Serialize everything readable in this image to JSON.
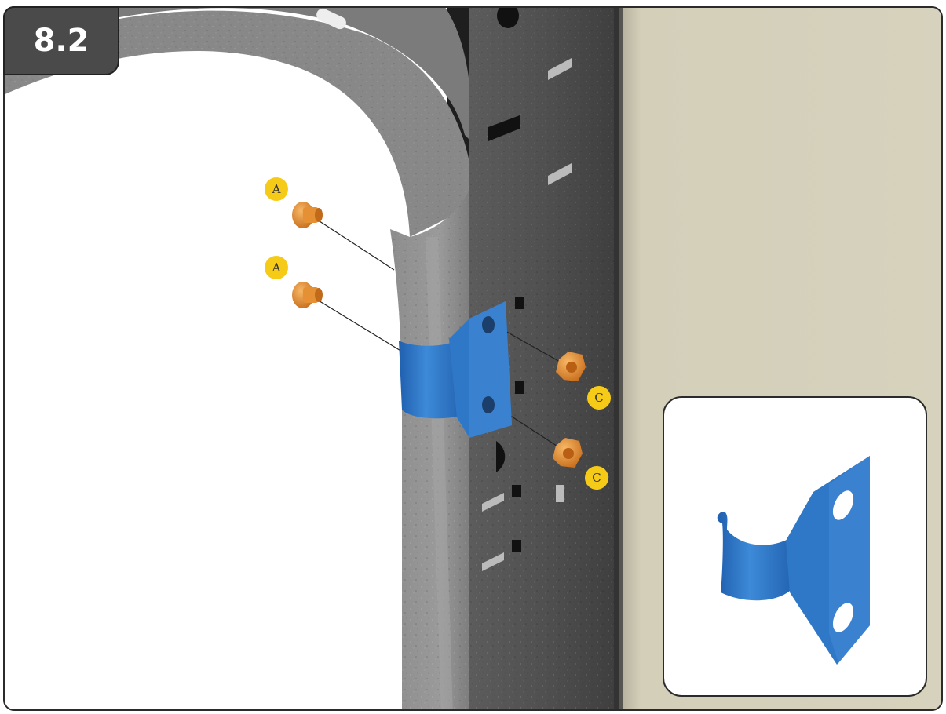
{
  "step": {
    "number": "8.2"
  },
  "callouts": [
    {
      "id": "a1",
      "label": "A",
      "part": "bolt"
    },
    {
      "id": "a2",
      "label": "A",
      "part": "bolt"
    },
    {
      "id": "c1",
      "label": "C",
      "part": "nut"
    },
    {
      "id": "c2",
      "label": "C",
      "part": "nut"
    }
  ],
  "colors": {
    "frame_gray": "#6e6e6e",
    "bracket_blue": "#2f78c8",
    "hardware_orange": "#e9932f",
    "callout_yellow": "#f6cb18",
    "wall_beige": "#d3cfb9",
    "badge_dark": "#4a4a4a"
  },
  "inset": {
    "shows": "bracket-closeup"
  }
}
